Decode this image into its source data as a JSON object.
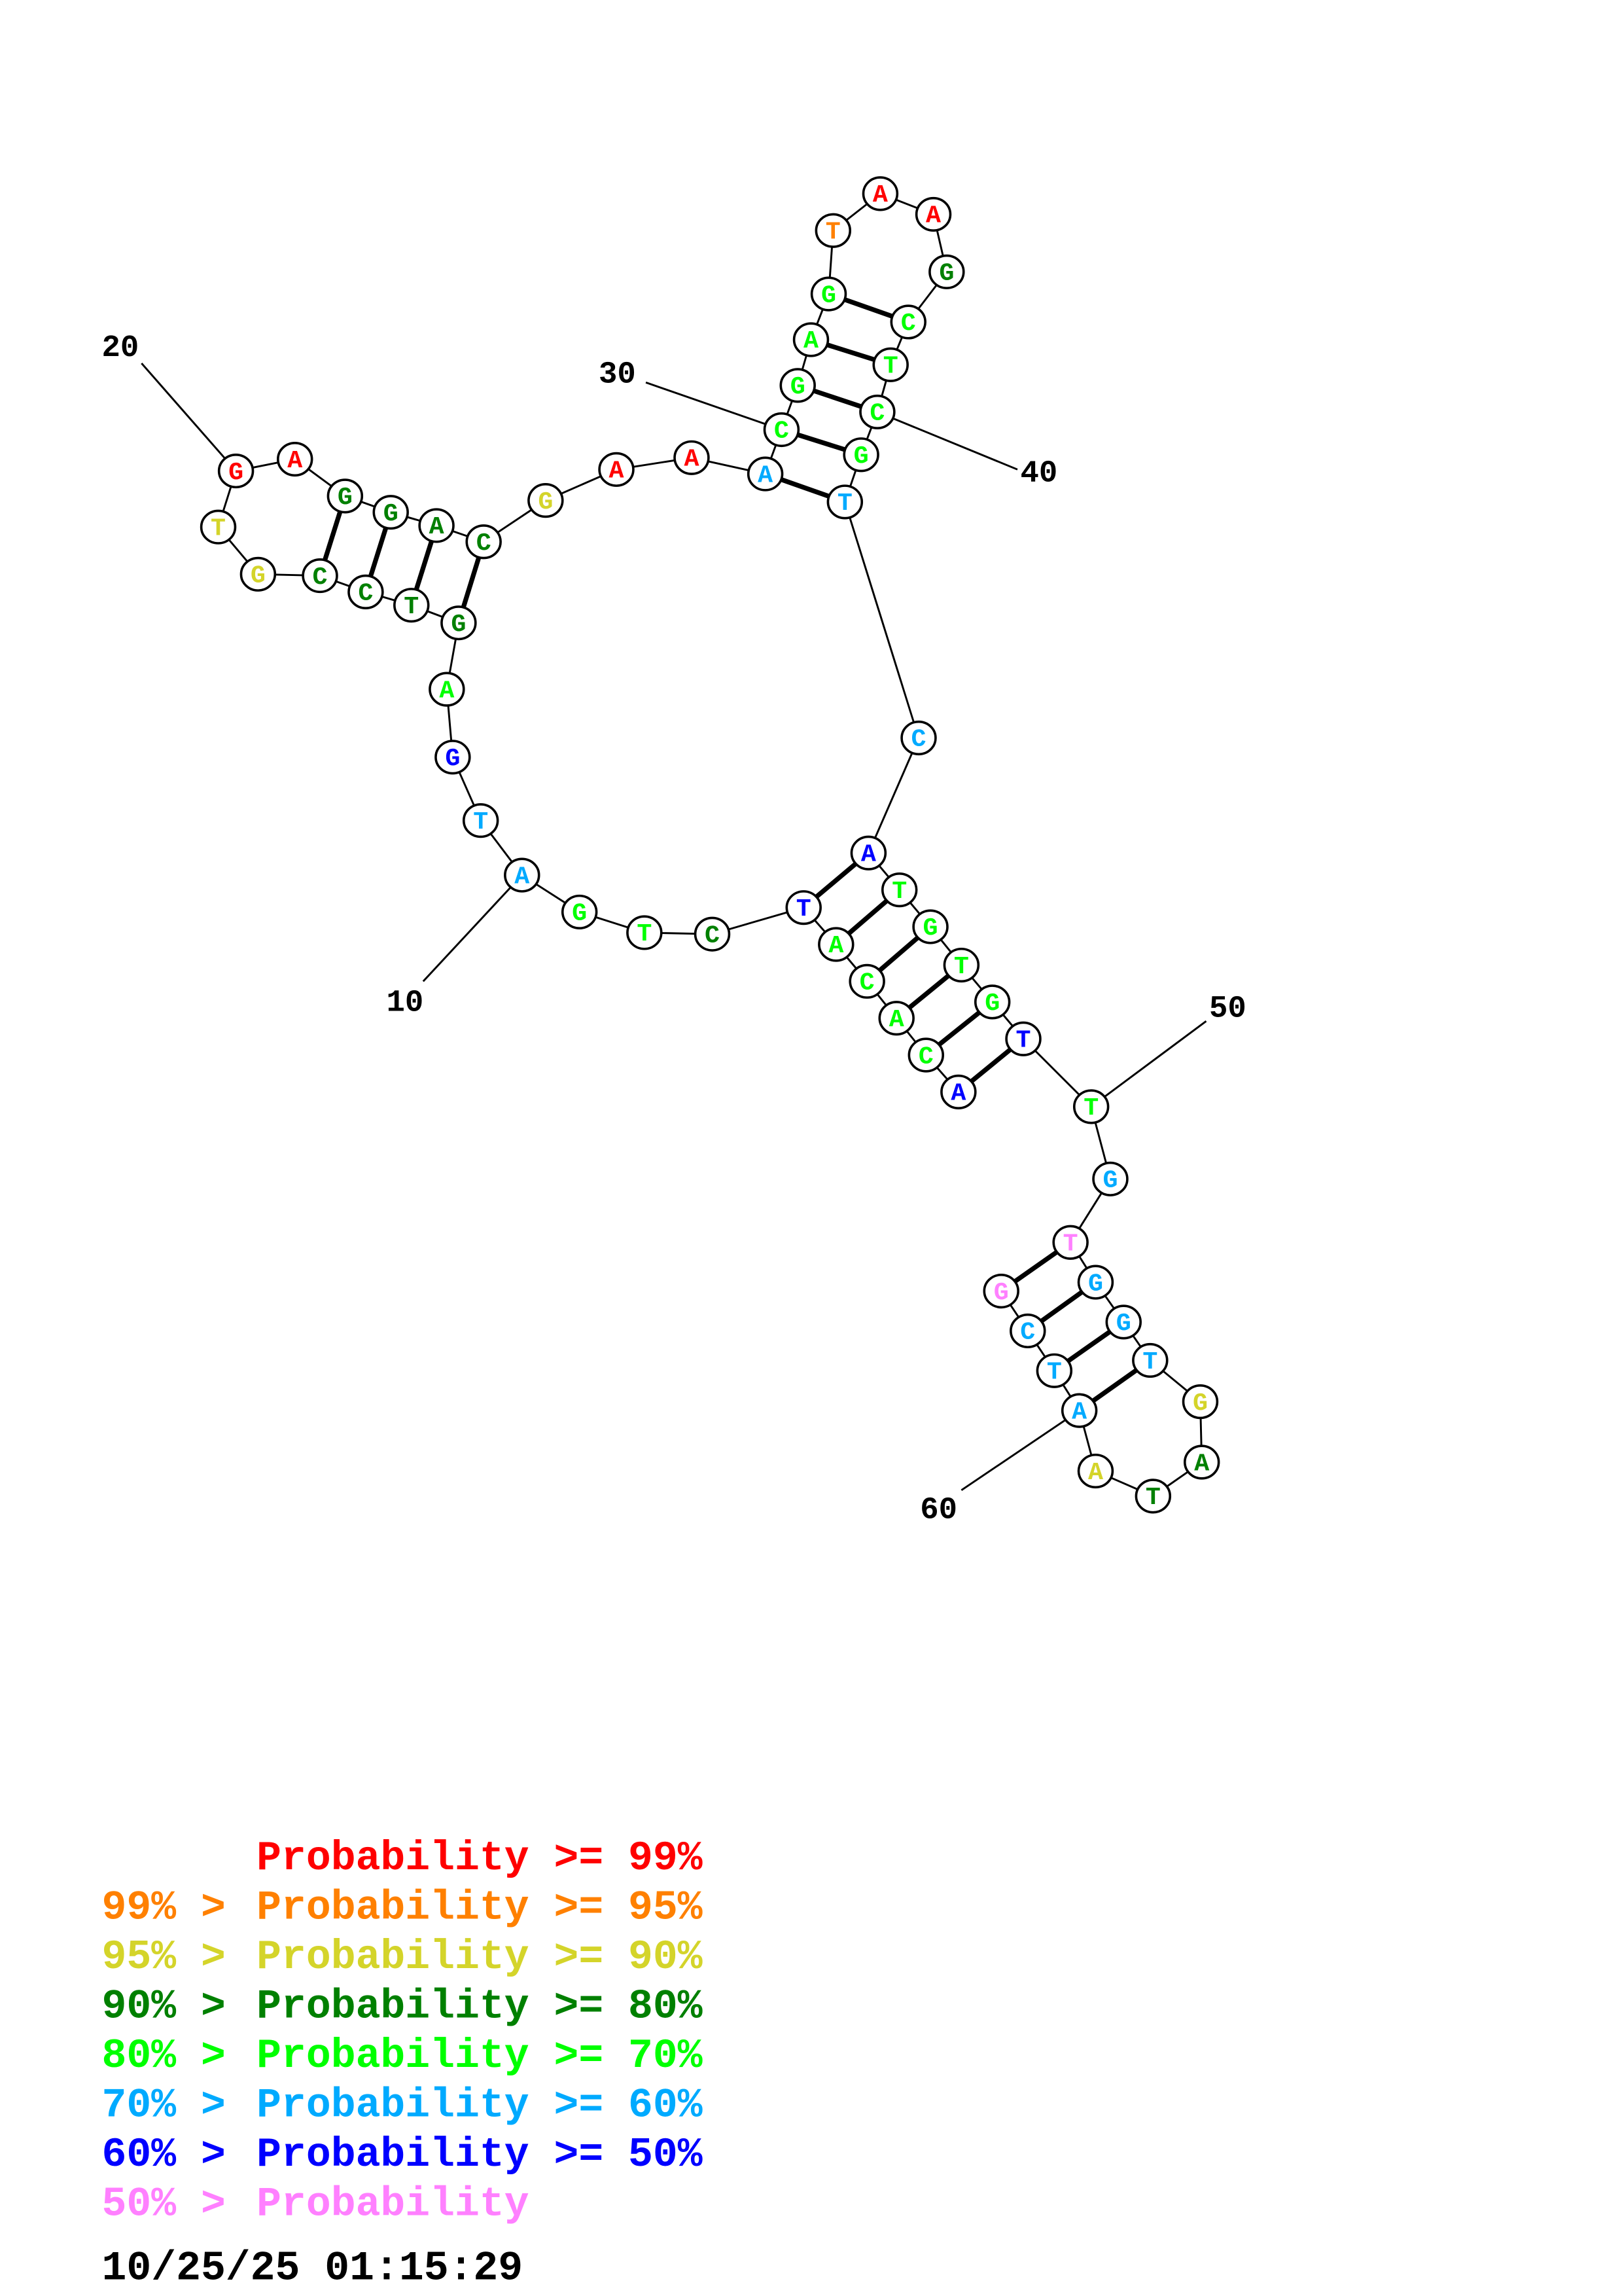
{
  "colors": [
    "#ff0000",
    "#ff8000",
    "#d4d42a",
    "#008000",
    "#00ff00",
    "#00aaff",
    "#0000ff",
    "#ff80ff"
  ],
  "sequence": [
    {
      "base": "A",
      "cls": 6
    },
    {
      "base": "C",
      "cls": 4
    },
    {
      "base": "A",
      "cls": 4
    },
    {
      "base": "C",
      "cls": 4
    },
    {
      "base": "A",
      "cls": 4
    },
    {
      "base": "T",
      "cls": 6
    },
    {
      "base": "C",
      "cls": 3
    },
    {
      "base": "T",
      "cls": 4
    },
    {
      "base": "G",
      "cls": 4
    },
    {
      "base": "A",
      "cls": 5
    },
    {
      "base": "T",
      "cls": 5
    },
    {
      "base": "G",
      "cls": 6
    },
    {
      "base": "A",
      "cls": 4
    },
    {
      "base": "G",
      "cls": 3
    },
    {
      "base": "T",
      "cls": 3
    },
    {
      "base": "C",
      "cls": 3
    },
    {
      "base": "C",
      "cls": 3
    },
    {
      "base": "G",
      "cls": 2
    },
    {
      "base": "T",
      "cls": 2
    },
    {
      "base": "G",
      "cls": 0
    },
    {
      "base": "A",
      "cls": 0
    },
    {
      "base": "G",
      "cls": 3
    },
    {
      "base": "G",
      "cls": 3
    },
    {
      "base": "A",
      "cls": 3
    },
    {
      "base": "C",
      "cls": 3
    },
    {
      "base": "G",
      "cls": 2
    },
    {
      "base": "A",
      "cls": 0
    },
    {
      "base": "A",
      "cls": 0
    },
    {
      "base": "A",
      "cls": 5
    },
    {
      "base": "C",
      "cls": 4
    },
    {
      "base": "G",
      "cls": 4
    },
    {
      "base": "A",
      "cls": 4
    },
    {
      "base": "G",
      "cls": 4
    },
    {
      "base": "T",
      "cls": 1
    },
    {
      "base": "A",
      "cls": 0
    },
    {
      "base": "A",
      "cls": 0
    },
    {
      "base": "G",
      "cls": 3
    },
    {
      "base": "C",
      "cls": 4
    },
    {
      "base": "T",
      "cls": 4
    },
    {
      "base": "C",
      "cls": 4
    },
    {
      "base": "G",
      "cls": 4
    },
    {
      "base": "T",
      "cls": 5
    },
    {
      "base": "C",
      "cls": 5
    },
    {
      "base": "A",
      "cls": 6
    },
    {
      "base": "T",
      "cls": 4
    },
    {
      "base": "G",
      "cls": 4
    },
    {
      "base": "T",
      "cls": 4
    },
    {
      "base": "G",
      "cls": 4
    },
    {
      "base": "T",
      "cls": 6
    },
    {
      "base": "T",
      "cls": 4
    },
    {
      "base": "G",
      "cls": 5
    },
    {
      "base": "T",
      "cls": 7
    },
    {
      "base": "G",
      "cls": 5
    },
    {
      "base": "G",
      "cls": 5
    },
    {
      "base": "T",
      "cls": 5
    },
    {
      "base": "G",
      "cls": 2
    },
    {
      "base": "A",
      "cls": 3
    },
    {
      "base": "T",
      "cls": 3
    },
    {
      "base": "A",
      "cls": 2
    },
    {
      "base": "A",
      "cls": 5
    },
    {
      "base": "T",
      "cls": 5
    },
    {
      "base": "C",
      "cls": 5
    },
    {
      "base": "G",
      "cls": 7
    }
  ],
  "pairs": [
    [
      1,
      49
    ],
    [
      2,
      48
    ],
    [
      3,
      47
    ],
    [
      4,
      46
    ],
    [
      5,
      45
    ],
    [
      6,
      44
    ],
    [
      14,
      25
    ],
    [
      15,
      24
    ],
    [
      16,
      23
    ],
    [
      17,
      22
    ],
    [
      29,
      42
    ],
    [
      30,
      41
    ],
    [
      31,
      40
    ],
    [
      32,
      39
    ],
    [
      33,
      38
    ],
    [
      52,
      63
    ],
    [
      53,
      62
    ],
    [
      54,
      61
    ],
    [
      55,
      60
    ]
  ],
  "position_labels": [
    "10",
    "20",
    "30",
    "40",
    "50",
    "60"
  ],
  "legend": [
    {
      "prefix": "",
      "text": "Probability >= 99%",
      "cls": 0
    },
    {
      "prefix": "99% > ",
      "text": "Probability >= 95%",
      "cls": 1
    },
    {
      "prefix": "95% > ",
      "text": "Probability >= 90%",
      "cls": 2
    },
    {
      "prefix": "90% > ",
      "text": "Probability >= 80%",
      "cls": 3
    },
    {
      "prefix": "80% > ",
      "text": "Probability >= 70%",
      "cls": 4
    },
    {
      "prefix": "70% > ",
      "text": "Probability >= 60%",
      "cls": 5
    },
    {
      "prefix": "60% > ",
      "text": "Probability >= 50%",
      "cls": 6
    },
    {
      "prefix": "50% > ",
      "text": "Probability",
      "cls": 7
    }
  ],
  "timestamp": "10/25/25 01:15:29"
}
